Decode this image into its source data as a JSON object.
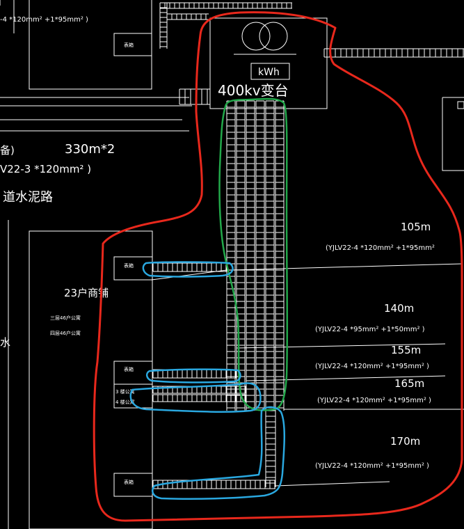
{
  "drawing": {
    "top_left_cable": "-4 *120mm² +1*95mm² )",
    "meter_box_label": "表箱",
    "area_suffix_label": "备)",
    "area_label": "330m*2",
    "left_cable": "V22-3 *120mm² )",
    "road_label": "道水泥路",
    "shop_label": "23户商铺",
    "floor3_label": "三层46户公寓",
    "floor4_label": "四层46户公寓",
    "floor3_short": "3 楼公寓",
    "floor4_short": "4 楼公寓",
    "edge_char": "水",
    "transformer_meter": "kWh",
    "transformer_label": "400kv变台",
    "runs": [
      {
        "length": "105m",
        "cable": "(YJLV22-4 *120mm² +1*95mm²"
      },
      {
        "length": "140m",
        "cable": "(YJLV22-4 *95mm² +1*50mm² )"
      },
      {
        "length": "155m",
        "cable": "(YJLV22-4 *120mm² +1*95mm² )"
      },
      {
        "length": "165m",
        "cable": "(YJLV22-4 *120mm² +1*95mm² )"
      },
      {
        "length": "170m",
        "cable": "(YJLV22-4 *120mm² +1*95mm² )"
      }
    ]
  },
  "annotation_colors": {
    "red_outline": "#e8281c",
    "green_outline": "#22a84a",
    "blue_outline": "#2aa8e0",
    "linework": "#ffffff",
    "background": "#000000"
  }
}
